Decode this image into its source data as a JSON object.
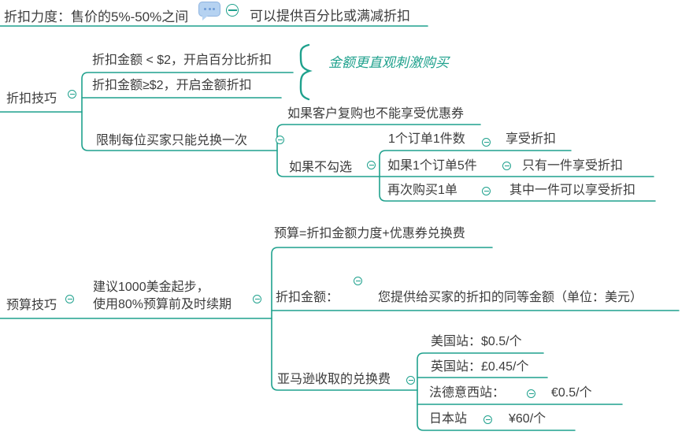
{
  "palette": {
    "line": "#1fa18d",
    "text": "#3c3c3c",
    "comment-fill": "#b5d2f1",
    "comment-border": "#8fb4e0",
    "comment-dots": "#6d9bd6"
  },
  "icons": {
    "collapse": {
      "name": "minus-circle-icon",
      "glyph": "⊖"
    },
    "comment": {
      "name": "comment-icon",
      "glyph": "💬"
    }
  },
  "nodes": {
    "discount_strength": {
      "label": "折扣力度：售价的5%-50%之间"
    },
    "discount_percent_or_amount": {
      "label": "可以提供百分比或满减折扣"
    },
    "discount_skill": {
      "label": "折扣技巧"
    },
    "amount_lt_2": {
      "label": "折扣金额 < $2，开启百分比折扣"
    },
    "amount_gte_2": {
      "label": "折扣金额≥$2，开启金额折扣"
    },
    "amount_summary": {
      "label": "金额更直观刺激购买"
    },
    "limit_once": {
      "label": "限制每位买家只能兑换一次"
    },
    "repurchase_no_coupon": {
      "label": "如果客户复购也不能享受优惠券"
    },
    "if_unchecked": {
      "label": "如果不勾选"
    },
    "one_order_one_item": {
      "label": "1个订单1件数"
    },
    "one_order_one_item_result": {
      "label": "享受折扣"
    },
    "one_order_five_items": {
      "label": "如果1个订单5件"
    },
    "one_order_five_items_result": {
      "label": "只有一件享受折扣"
    },
    "buy_again": {
      "label": "再次购买1单"
    },
    "buy_again_result": {
      "label": "其中一件可以享受折扣"
    },
    "budget_skill": {
      "label": "预算技巧"
    },
    "budget_advice": {
      "line1": "建议1000美金起步，",
      "line2": "使用80%预算前及时续期"
    },
    "budget_formula": {
      "label": "预算=折扣金额力度+优惠券兑换费"
    },
    "discount_amount": {
      "label": "折扣金额："
    },
    "discount_amount_desc": {
      "label": "您提供给买家的折扣的同等金额（单位：美元）"
    },
    "redemption_fee": {
      "label": "亚马逊收取的兑换费"
    },
    "site_us": {
      "label": "美国站：$0.5/个"
    },
    "site_uk": {
      "label": "英国站：£0.45/个"
    },
    "site_eu": {
      "label": "法德意西站："
    },
    "site_eu_value": {
      "label": "€0.5/个"
    },
    "site_jp": {
      "label": "日本站"
    },
    "site_jp_value": {
      "label": "¥60/个"
    }
  }
}
